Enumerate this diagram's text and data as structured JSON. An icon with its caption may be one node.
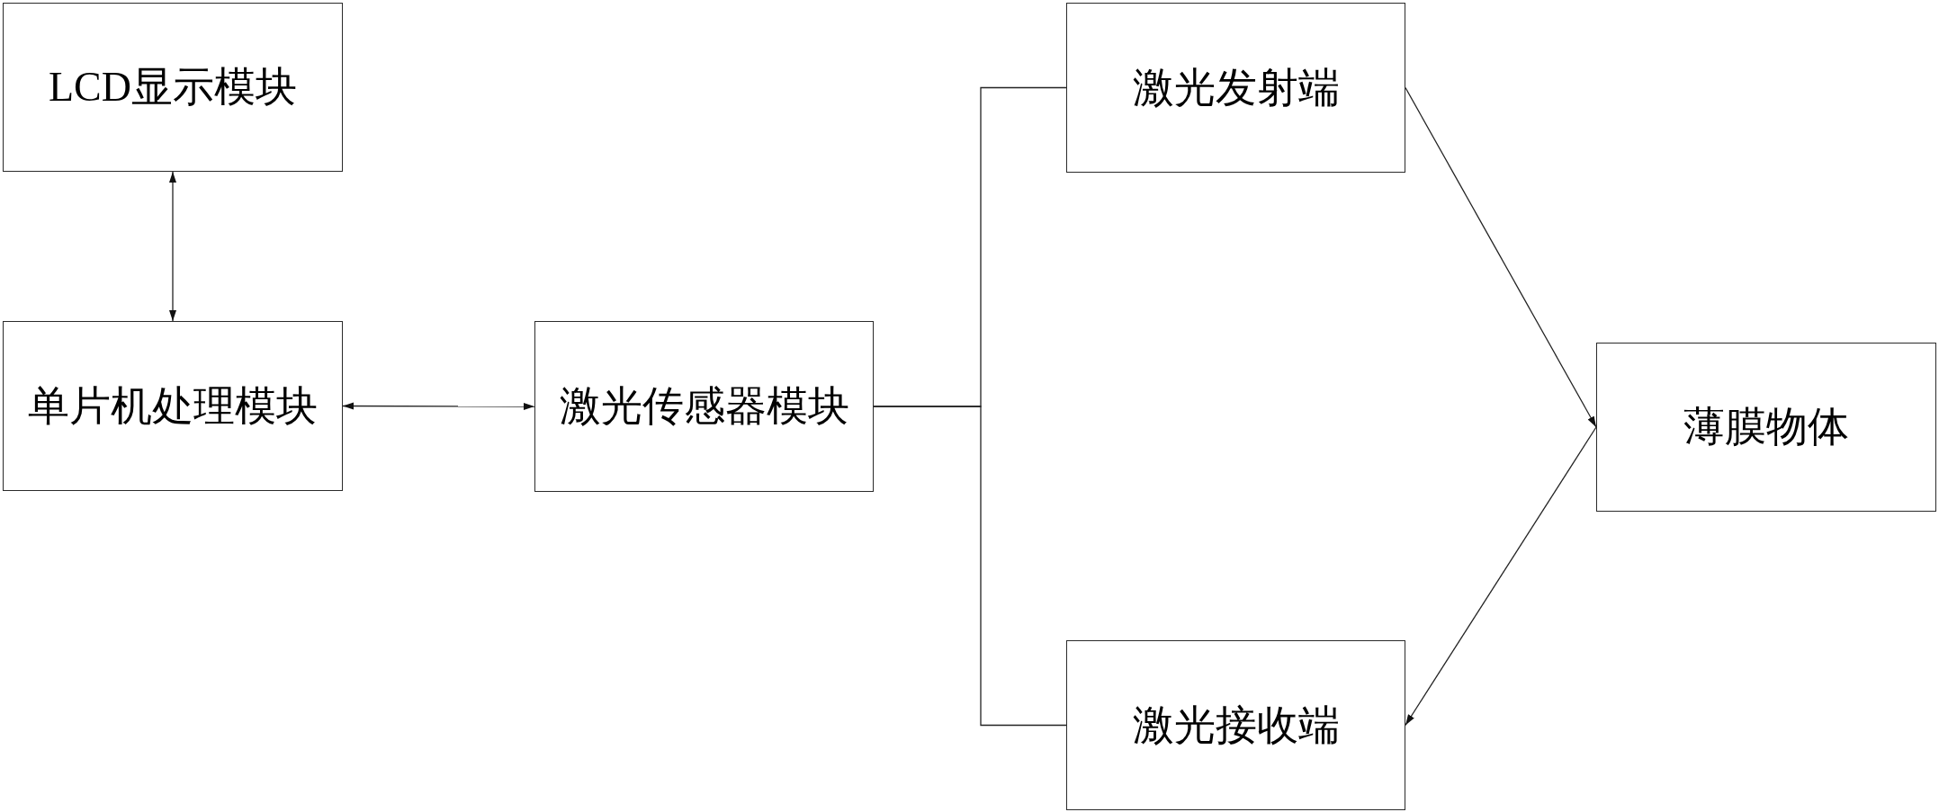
{
  "diagram": {
    "nodes": [
      {
        "text": [
          "LCD显示模块"
        ]
      },
      {
        "text": [
          "单片机处理模块"
        ]
      },
      {
        "text": [
          "激光传感器模块"
        ]
      },
      {
        "text": [
          "激光发射端"
        ]
      },
      {
        "text": [
          "薄膜物体"
        ]
      },
      {
        "text": [
          "激光接收端"
        ]
      }
    ],
    "edges": [
      {
        "from": 0,
        "to": 1,
        "arrow": "both"
      },
      {
        "from": 1,
        "to": 2,
        "arrow": "both"
      },
      {
        "from": 2,
        "to": 3,
        "arrow": "none"
      },
      {
        "from": 2,
        "to": 5,
        "arrow": "none"
      },
      {
        "from": 3,
        "to": 4,
        "arrow": "to"
      },
      {
        "from": 4,
        "to": 5,
        "arrow": "to"
      }
    ]
  }
}
